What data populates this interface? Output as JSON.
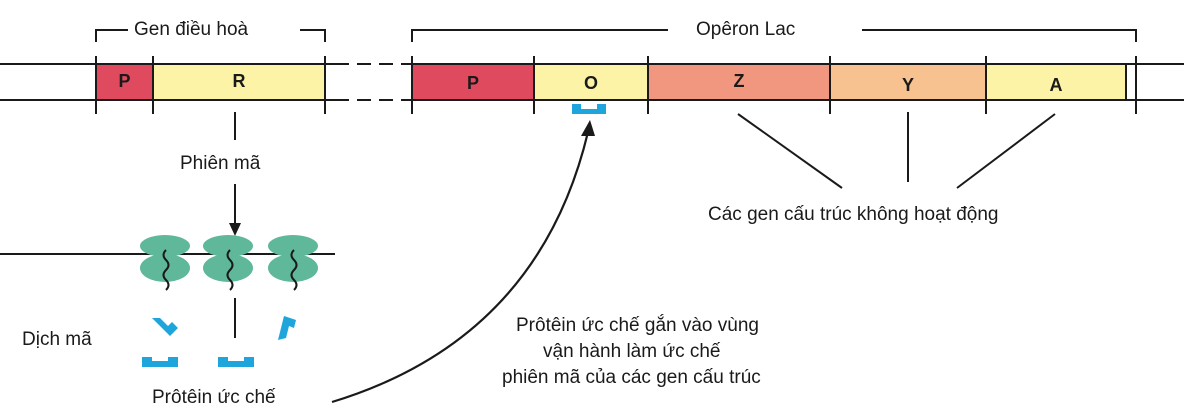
{
  "regulator": {
    "title": "Gen điều hoà",
    "segments": [
      {
        "label": "P",
        "color": "#e04a5e"
      },
      {
        "label": "R",
        "color": "#fdf3a6"
      }
    ]
  },
  "operon": {
    "title": "Opêron Lac",
    "segments": [
      {
        "label": "P",
        "color": "#e04a5e"
      },
      {
        "label": "O",
        "color": "#fdf3a6"
      },
      {
        "label": "Z",
        "color": "#f2977f"
      },
      {
        "label": "Y",
        "color": "#f7c28f"
      },
      {
        "label": "A",
        "color": "#fdf3a6"
      }
    ]
  },
  "labels": {
    "transcription": "Phiên mã",
    "translation": "Dịch mã",
    "repressor": "Prôtêin ức chế",
    "structural_genes": "Các gen cấu trúc không hoạt động",
    "binding_line1": "Prôtêin ức chế gắn vào vùng",
    "binding_line2": "vận hành làm ức chế",
    "binding_line3": "phiên mã của các gen cấu trúc"
  },
  "colors": {
    "ribosome": "#5fb89a",
    "repressor": "#1ea6dc",
    "line": "#1a1a1a"
  }
}
